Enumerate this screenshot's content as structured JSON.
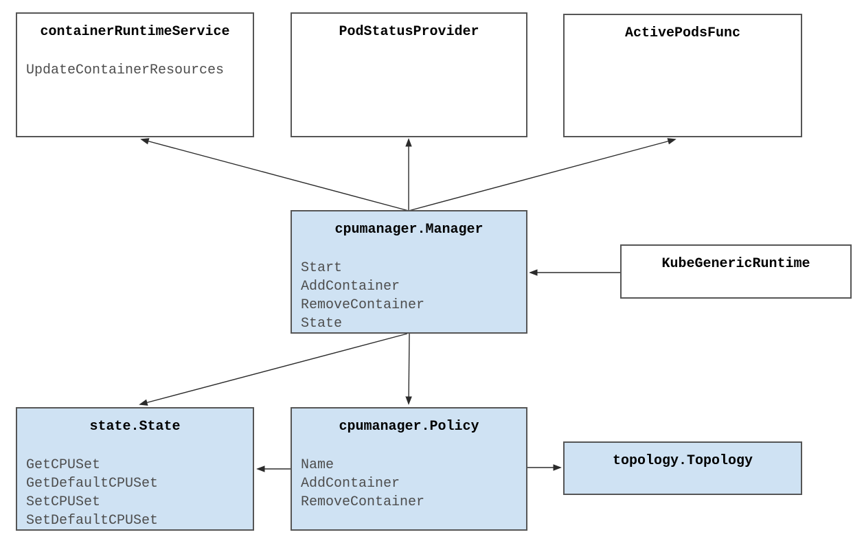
{
  "nodes": {
    "container_runtime_service": {
      "title": "containerRuntimeService",
      "methods": [
        "UpdateContainerResources"
      ],
      "fill": "plain"
    },
    "pod_status_provider": {
      "title": "PodStatusProvider",
      "methods": [],
      "fill": "plain"
    },
    "active_pods_func": {
      "title": "ActivePodsFunc",
      "methods": [],
      "fill": "plain"
    },
    "manager": {
      "title": "cpumanager.Manager",
      "methods": [
        "Start",
        "AddContainer",
        "RemoveContainer",
        "State"
      ],
      "fill": "highlight"
    },
    "kube_generic_runtime": {
      "title": "KubeGenericRuntime",
      "methods": [],
      "fill": "plain"
    },
    "state": {
      "title": "state.State",
      "methods": [
        "GetCPUSet",
        "GetDefaultCPUSet",
        "SetCPUSet",
        "SetDefaultCPUSet"
      ],
      "fill": "highlight"
    },
    "policy": {
      "title": "cpumanager.Policy",
      "methods": [
        "Name",
        "AddContainer",
        "RemoveContainer"
      ],
      "fill": "highlight"
    },
    "topology": {
      "title": "topology.Topology",
      "methods": [],
      "fill": "highlight"
    }
  },
  "edges": [
    {
      "from": "cpumanager.Manager",
      "to": "containerRuntimeService"
    },
    {
      "from": "cpumanager.Manager",
      "to": "PodStatusProvider"
    },
    {
      "from": "cpumanager.Manager",
      "to": "ActivePodsFunc"
    },
    {
      "from": "KubeGenericRuntime",
      "to": "cpumanager.Manager"
    },
    {
      "from": "cpumanager.Manager",
      "to": "state.State"
    },
    {
      "from": "cpumanager.Manager",
      "to": "cpumanager.Policy"
    },
    {
      "from": "cpumanager.Policy",
      "to": "state.State"
    },
    {
      "from": "cpumanager.Policy",
      "to": "topology.Topology"
    }
  ],
  "colors": {
    "highlight_fill": "#cfe2f3",
    "plain_fill": "#ffffff",
    "border": "#555555",
    "arrow": "#2b2b2b",
    "title_text": "#000000",
    "method_text": "#4d4d4d"
  }
}
